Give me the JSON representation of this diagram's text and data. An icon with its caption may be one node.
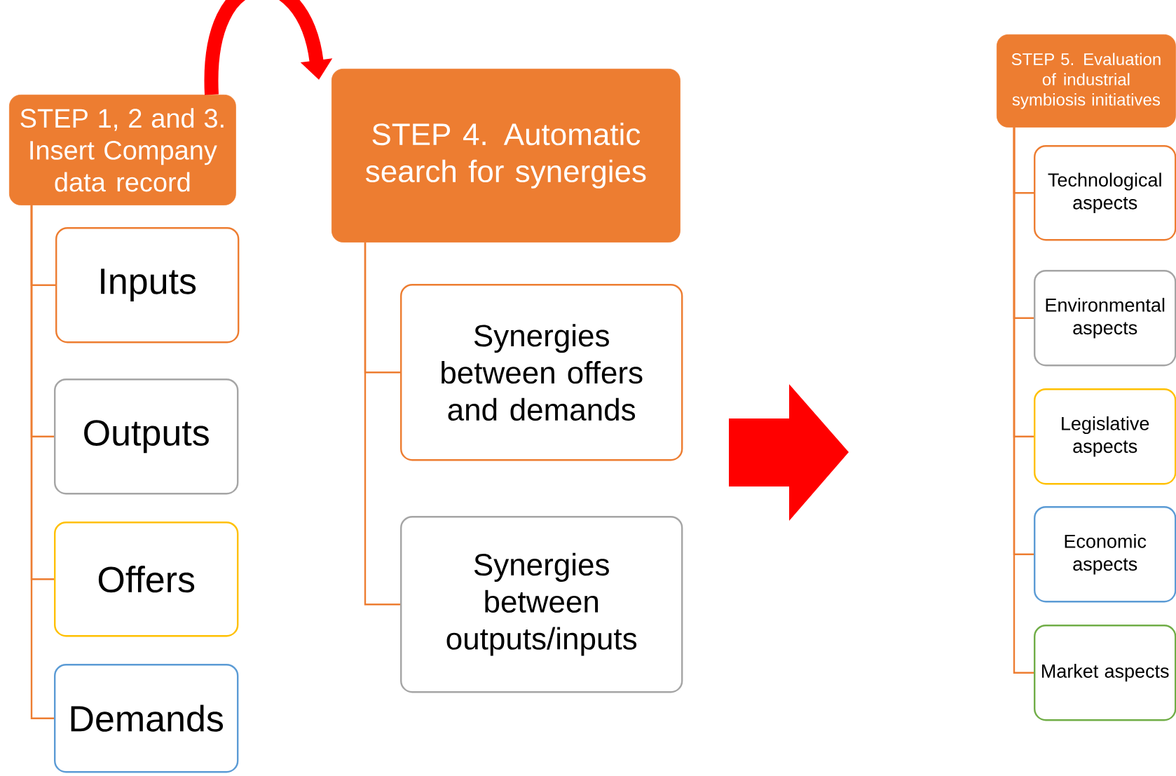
{
  "diagram": {
    "nodes": [
      {
        "text": [
          "STEP 1, 2 and 3. Insert Company data record"
        ]
      },
      {
        "text": [
          "Inputs"
        ]
      },
      {
        "text": [
          "Outputs"
        ]
      },
      {
        "text": [
          "Offers"
        ]
      },
      {
        "text": [
          "Demands"
        ]
      },
      {
        "text": [
          "STEP 4. Automatic search for synergies"
        ]
      },
      {
        "text": [
          "Synergies between offers and demands"
        ]
      },
      {
        "text": [
          "Synergies between outputs/inputs"
        ]
      },
      {
        "text": [
          "STEP 5. Evaluation of industrial symbiosis initiatives"
        ]
      },
      {
        "text": [
          "Technological aspects"
        ]
      },
      {
        "text": [
          "Environmental aspects"
        ]
      },
      {
        "text": [
          "Legislative aspects"
        ]
      },
      {
        "text": [
          "Economic aspects"
        ]
      },
      {
        "text": [
          "Market aspects"
        ]
      }
    ],
    "edges": [
      {
        "from": 0,
        "to": 1,
        "arrow": "none"
      },
      {
        "from": 0,
        "to": 2,
        "arrow": "none"
      },
      {
        "from": 0,
        "to": 3,
        "arrow": "none"
      },
      {
        "from": 0,
        "to": 4,
        "arrow": "none"
      },
      {
        "from": 0,
        "to": 5,
        "arrow": "to",
        "style": "thick",
        "color": "#ff0000"
      },
      {
        "from": 5,
        "to": 6,
        "arrow": "none"
      },
      {
        "from": 5,
        "to": 7,
        "arrow": "none"
      },
      {
        "from": 8,
        "to": 9,
        "arrow": "none"
      },
      {
        "from": 8,
        "to": 10,
        "arrow": "none"
      },
      {
        "from": 8,
        "to": 11,
        "arrow": "none"
      },
      {
        "from": 8,
        "to": 12,
        "arrow": "none"
      },
      {
        "from": 8,
        "to": 13,
        "arrow": "none"
      }
    ]
  }
}
